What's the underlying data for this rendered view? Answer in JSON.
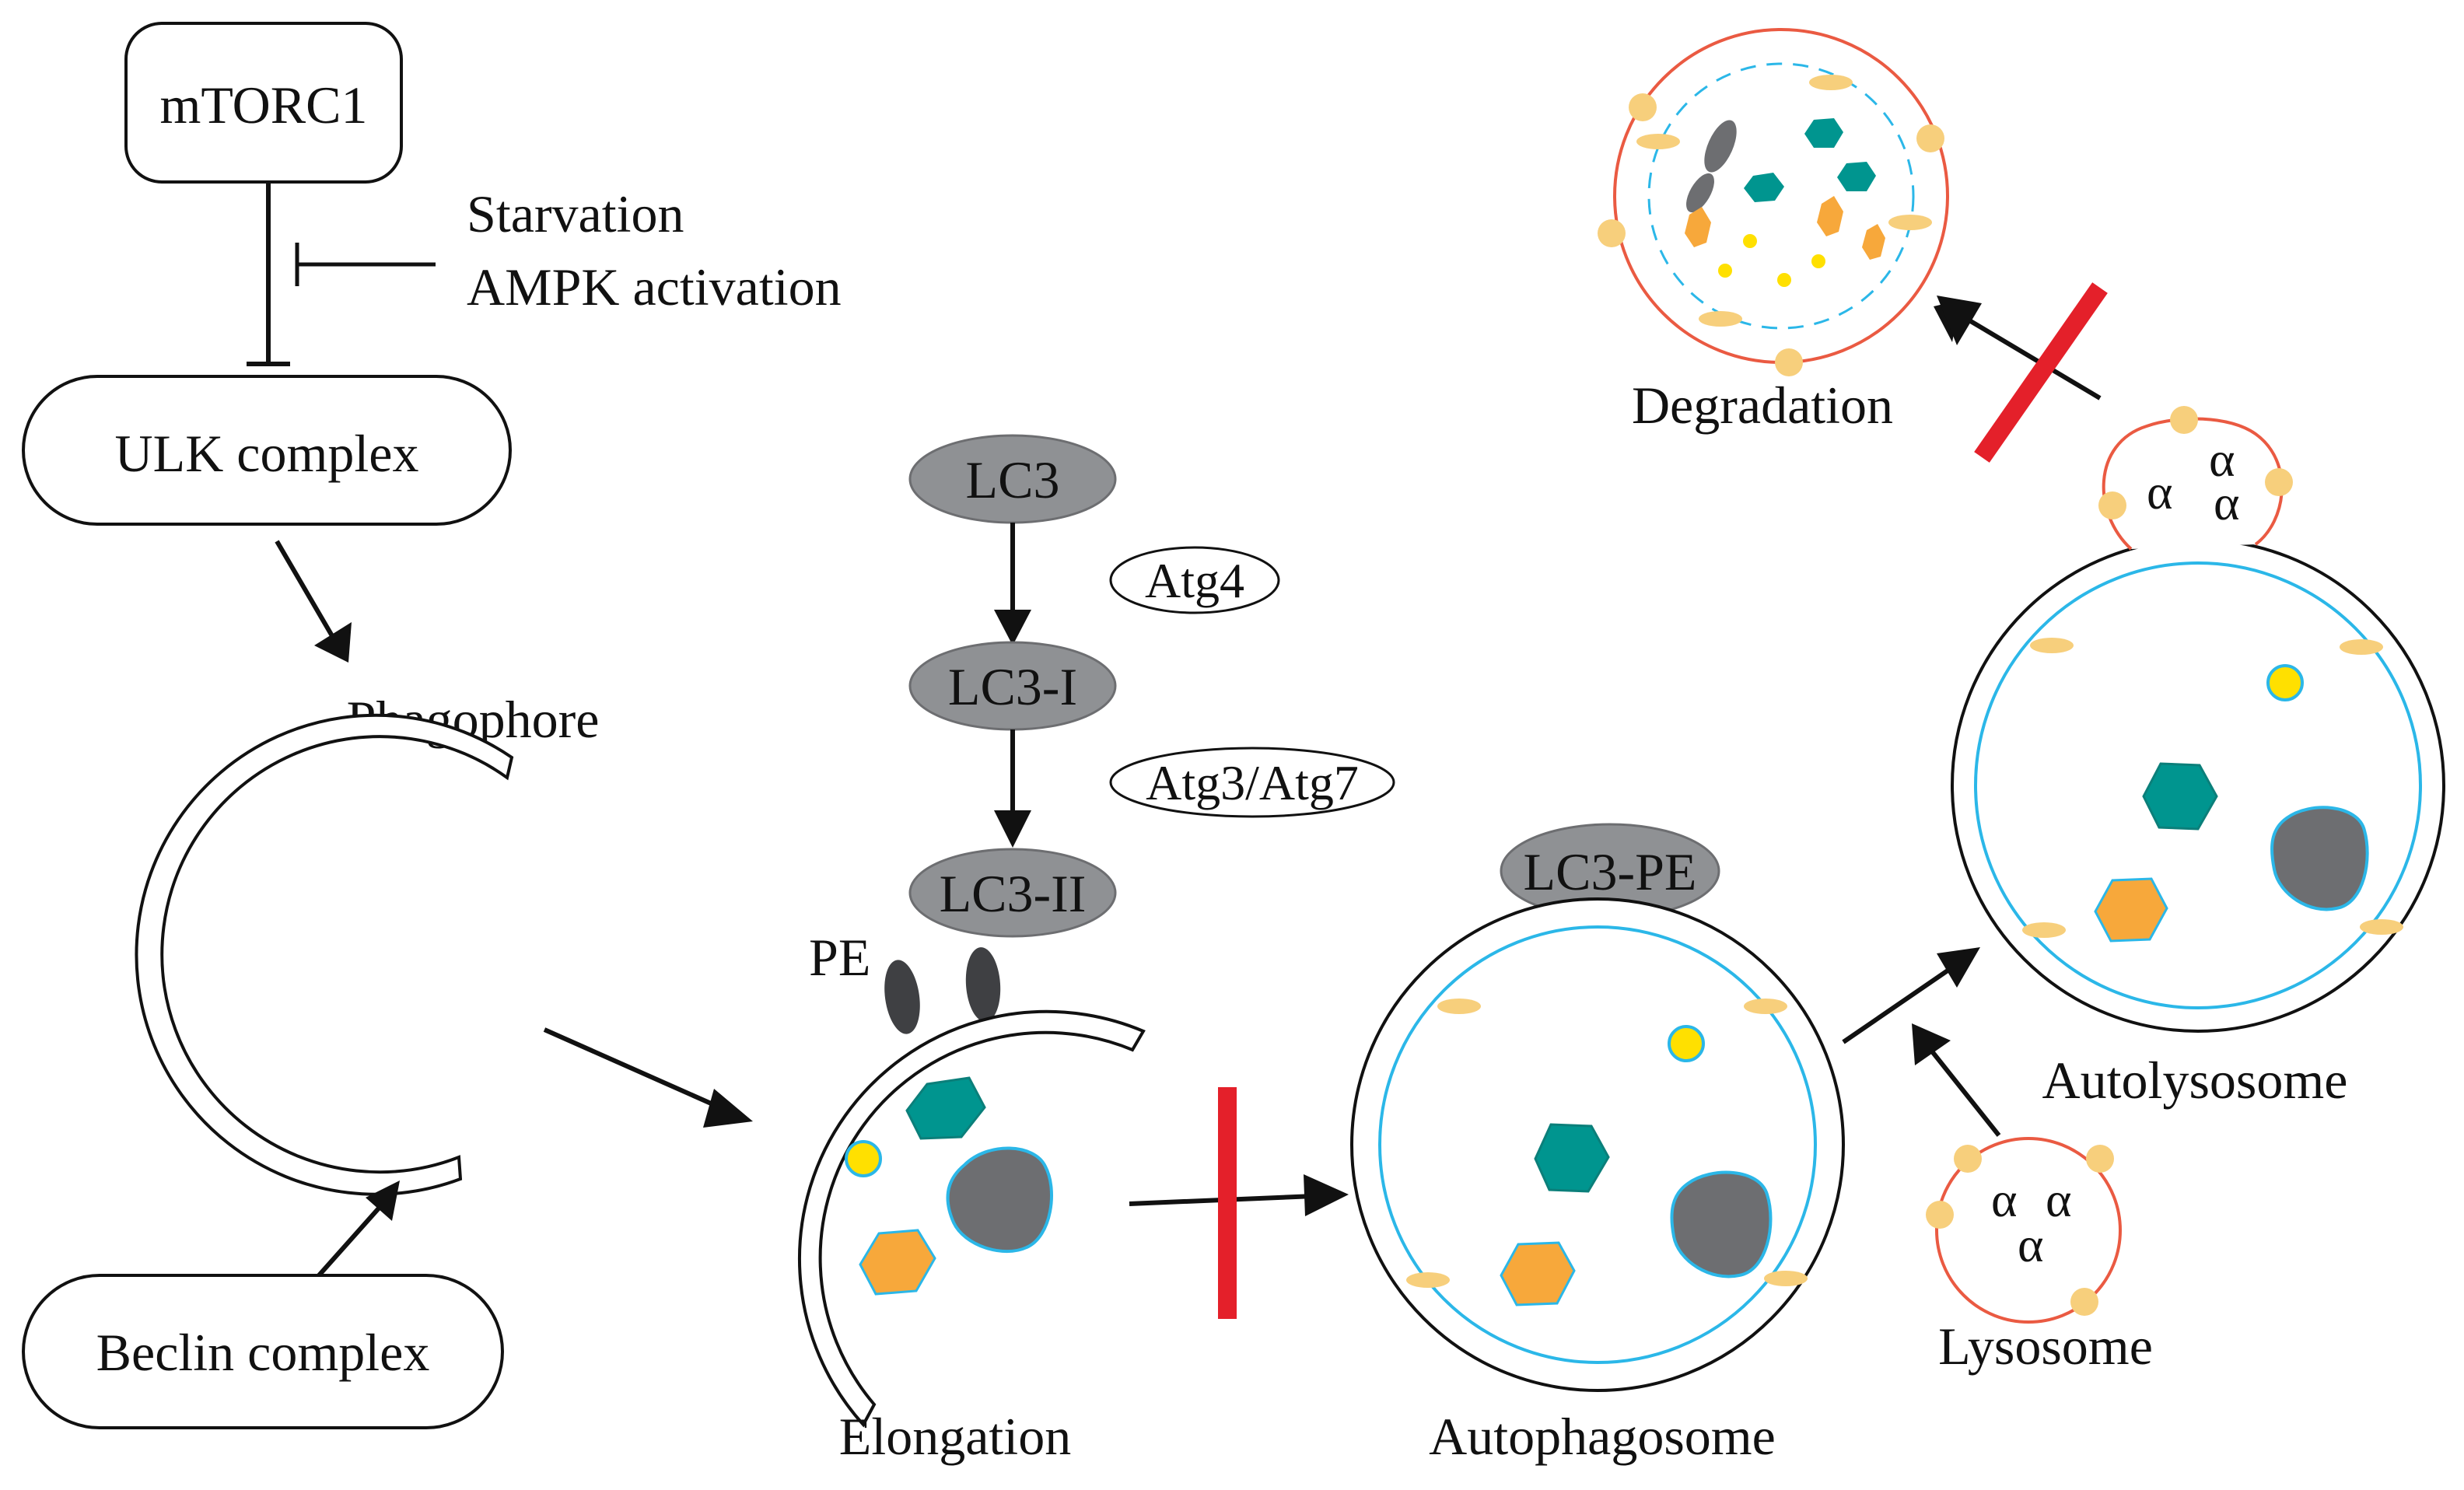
{
  "diagram": {
    "mtorc1": "mTORC1",
    "starvation": "Starvation",
    "ampk": "AMPK activation",
    "ulk": "ULK complex",
    "phagophore": "Phagophore",
    "beclin": "Beclin complex",
    "lc3": "LC3",
    "atg4": "Atg4",
    "lc3_i": "LC3-I",
    "atg3_atg7": "Atg3/Atg7",
    "lc3_ii": "LC3-II",
    "pe": "PE",
    "elongation": "Elongation",
    "lc3_pe": "LC3-PE",
    "autophagosome": "Autophagosome",
    "autolysosome": "Autolysosome",
    "lysosome": "Lysosome",
    "degradation": "Degradation"
  },
  "colors": {
    "teal": "#00958f",
    "gray": "#6d6e71",
    "orange": "#f7a83b",
    "yellow": "#ffe000",
    "cyan": "#2bb7e8",
    "lysosome_red": "#ea5a42",
    "dock_yellow": "#f7cf7c",
    "block_red": "#e4202a",
    "protein_gray": "#8f9194"
  }
}
